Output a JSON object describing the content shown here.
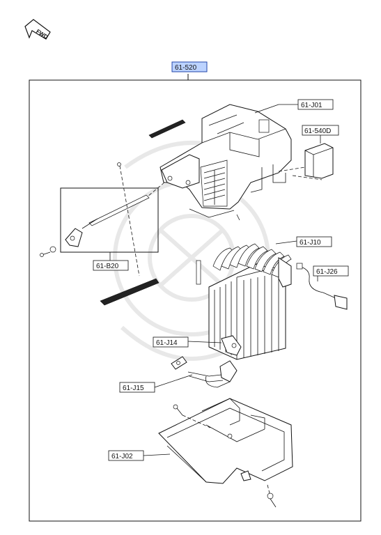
{
  "direction_marker": {
    "text": "FWD",
    "icon": "fwd-arrow-icon"
  },
  "callouts": {
    "main": "61-520",
    "case_upper": "61-J01",
    "module": "61-540D",
    "link_assy": "61-B20",
    "evaporator": "61-J10",
    "harness": "61-J26",
    "block_a": "61-J14",
    "block_b": "61-J15",
    "case_lower": "61-J02"
  },
  "colors": {
    "selected_callout_fill": "#bcd3ff",
    "selected_callout_stroke": "#2244aa",
    "line": "#111111"
  }
}
